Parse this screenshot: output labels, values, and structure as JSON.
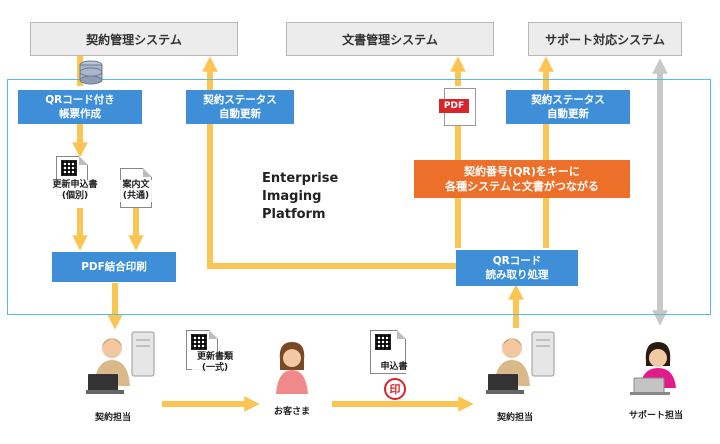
{
  "systems": {
    "contract": "契約管理システム",
    "document": "文書管理システム",
    "support": "サポート対応システム"
  },
  "boxes": {
    "qr_form_l1": "QRコード付き",
    "qr_form_l2": "帳票作成",
    "status_left_l1": "契約ステータス",
    "status_left_l2": "自動更新",
    "status_right_l1": "契約ステータス",
    "status_right_l2": "自動更新",
    "orange_l1": "契約番号(QR)をキーに",
    "orange_l2": "各種システムと文書がつながる",
    "pdf_print": "PDF結合印刷",
    "qr_read_l1": "QRコード",
    "qr_read_l2": "読み取り処理"
  },
  "platform": {
    "l1": "Enterprise",
    "l2": "Imaging",
    "l3": "Platform"
  },
  "docs": {
    "renewal_app_l1": "更新申込書",
    "renewal_app_l2": "(個別)",
    "guide_l1": "案内文",
    "guide_l2": "(共通)",
    "renewal_set_l1": "更新書類",
    "renewal_set_l2": "(一式)",
    "application": "申込書",
    "seal": "印",
    "pdf": "PDF"
  },
  "people": {
    "staff_left": "契約担当",
    "customer": "お客さま",
    "staff_right": "契約担当",
    "support": "サポート担当"
  },
  "colors": {
    "arrow_yellow": "#fbc554",
    "box_blue": "#3e8fd8",
    "box_orange": "#ec6f2a",
    "arrow_gray": "#c8c8c8",
    "frame_cyan": "#55c0d8"
  }
}
